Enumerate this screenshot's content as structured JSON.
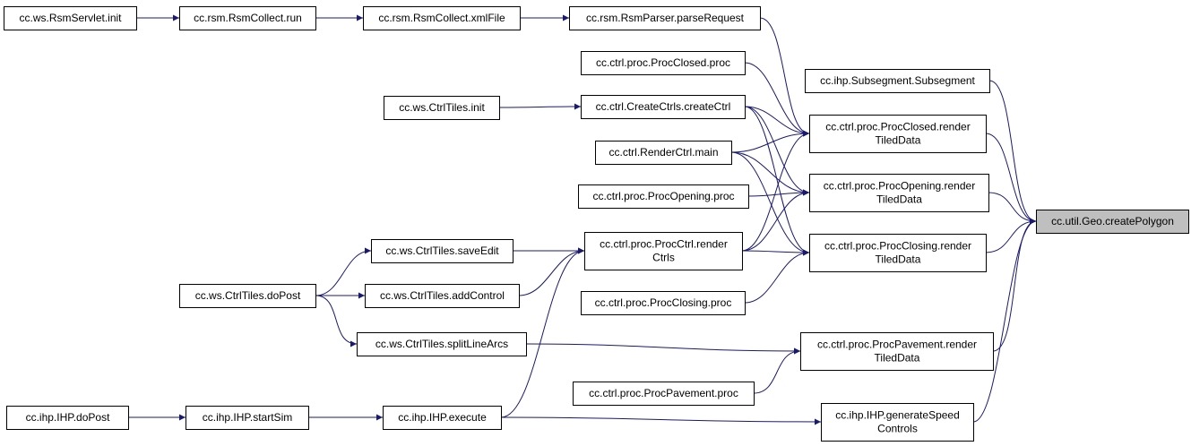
{
  "colors": {
    "edge": "#191970",
    "node_border": "#000000",
    "node_fill": "#ffffff",
    "target_fill": "#bfbfbf"
  },
  "nodes": [
    {
      "id": "geo_createPolygon",
      "lines": [
        "cc.util.Geo.createPolygon"
      ],
      "target": true
    },
    {
      "id": "subsegment",
      "lines": [
        "cc.ihp.Subsegment.Subsegment"
      ]
    },
    {
      "id": "procClosed_render",
      "lines": [
        "cc.ctrl.proc.ProcClosed.render",
        "TiledData"
      ]
    },
    {
      "id": "procOpening_render",
      "lines": [
        "cc.ctrl.proc.ProcOpening.render",
        "TiledData"
      ]
    },
    {
      "id": "procClosing_render",
      "lines": [
        "cc.ctrl.proc.ProcClosing.render",
        "TiledData"
      ]
    },
    {
      "id": "procPavement_render",
      "lines": [
        "cc.ctrl.proc.ProcPavement.render",
        "TiledData"
      ]
    },
    {
      "id": "ihp_generateSpeed",
      "lines": [
        "cc.ihp.IHP.generateSpeed",
        "Controls"
      ]
    },
    {
      "id": "rsmParser_parseRequest",
      "lines": [
        "cc.rsm.RsmParser.parseRequest"
      ]
    },
    {
      "id": "procClosed_proc",
      "lines": [
        "cc.ctrl.proc.ProcClosed.proc"
      ]
    },
    {
      "id": "createCtrls_createCtrl",
      "lines": [
        "cc.ctrl.CreateCtrls.createCtrl"
      ]
    },
    {
      "id": "renderCtrl_main",
      "lines": [
        "cc.ctrl.RenderCtrl.main"
      ]
    },
    {
      "id": "procOpening_proc",
      "lines": [
        "cc.ctrl.proc.ProcOpening.proc"
      ]
    },
    {
      "id": "procCtrl_renderCtrls",
      "lines": [
        "cc.ctrl.proc.ProcCtrl.render",
        "Ctrls"
      ]
    },
    {
      "id": "procClosing_proc",
      "lines": [
        "cc.ctrl.proc.ProcClosing.proc"
      ]
    },
    {
      "id": "procPavement_proc",
      "lines": [
        "cc.ctrl.proc.ProcPavement.proc"
      ]
    },
    {
      "id": "ihp_execute",
      "lines": [
        "cc.ihp.IHP.execute"
      ]
    },
    {
      "id": "rsmCollect_xmlFile",
      "lines": [
        "cc.rsm.RsmCollect.xmlFile"
      ]
    },
    {
      "id": "ctrlTiles_init",
      "lines": [
        "cc.ws.CtrlTiles.init"
      ]
    },
    {
      "id": "ctrlTiles_saveEdit",
      "lines": [
        "cc.ws.CtrlTiles.saveEdit"
      ]
    },
    {
      "id": "ctrlTiles_addControl",
      "lines": [
        "cc.ws.CtrlTiles.addControl"
      ]
    },
    {
      "id": "ctrlTiles_splitLineArcs",
      "lines": [
        "cc.ws.CtrlTiles.splitLineArcs"
      ]
    },
    {
      "id": "ihp_startSim",
      "lines": [
        "cc.ihp.IHP.startSim"
      ]
    },
    {
      "id": "rsmCollect_run",
      "lines": [
        "cc.rsm.RsmCollect.run"
      ]
    },
    {
      "id": "ctrlTiles_doPost",
      "lines": [
        "cc.ws.CtrlTiles.doPost"
      ]
    },
    {
      "id": "ihp_doPost",
      "lines": [
        "cc.ihp.IHP.doPost"
      ]
    },
    {
      "id": "rsmServlet_init",
      "lines": [
        "cc.ws.RsmServlet.init"
      ]
    }
  ],
  "edges": [
    {
      "from": "rsmServlet_init",
      "to": "rsmCollect_run"
    },
    {
      "from": "rsmCollect_run",
      "to": "rsmCollect_xmlFile"
    },
    {
      "from": "rsmCollect_xmlFile",
      "to": "rsmParser_parseRequest"
    },
    {
      "from": "rsmParser_parseRequest",
      "to": "procClosed_render"
    },
    {
      "from": "procClosed_proc",
      "to": "procClosed_render"
    },
    {
      "from": "ctrlTiles_init",
      "to": "createCtrls_createCtrl"
    },
    {
      "from": "createCtrls_createCtrl",
      "to": "procClosed_render"
    },
    {
      "from": "createCtrls_createCtrl",
      "to": "procOpening_render"
    },
    {
      "from": "createCtrls_createCtrl",
      "to": "procClosing_render"
    },
    {
      "from": "renderCtrl_main",
      "to": "procClosed_render"
    },
    {
      "from": "renderCtrl_main",
      "to": "procOpening_render"
    },
    {
      "from": "renderCtrl_main",
      "to": "procClosing_render"
    },
    {
      "from": "procOpening_proc",
      "to": "procOpening_render"
    },
    {
      "from": "procCtrl_renderCtrls",
      "to": "procClosed_render"
    },
    {
      "from": "procCtrl_renderCtrls",
      "to": "procOpening_render"
    },
    {
      "from": "procCtrl_renderCtrls",
      "to": "procClosing_render"
    },
    {
      "from": "procClosing_proc",
      "to": "procClosing_render"
    },
    {
      "from": "ctrlTiles_saveEdit",
      "to": "procCtrl_renderCtrls"
    },
    {
      "from": "ctrlTiles_addControl",
      "to": "procCtrl_renderCtrls"
    },
    {
      "from": "ctrlTiles_doPost",
      "to": "ctrlTiles_saveEdit"
    },
    {
      "from": "ctrlTiles_doPost",
      "to": "ctrlTiles_addControl"
    },
    {
      "from": "ctrlTiles_doPost",
      "to": "ctrlTiles_splitLineArcs"
    },
    {
      "from": "ctrlTiles_splitLineArcs",
      "to": "procPavement_render"
    },
    {
      "from": "procPavement_proc",
      "to": "procPavement_render"
    },
    {
      "from": "ihp_execute",
      "to": "procCtrl_renderCtrls"
    },
    {
      "from": "ihp_execute",
      "to": "ihp_generateSpeed"
    },
    {
      "from": "ihp_startSim",
      "to": "ihp_execute"
    },
    {
      "from": "ihp_doPost",
      "to": "ihp_startSim"
    },
    {
      "from": "subsegment",
      "to": "geo_createPolygon"
    },
    {
      "from": "procClosed_render",
      "to": "geo_createPolygon"
    },
    {
      "from": "procOpening_render",
      "to": "geo_createPolygon"
    },
    {
      "from": "procClosing_render",
      "to": "geo_createPolygon"
    },
    {
      "from": "procPavement_render",
      "to": "geo_createPolygon"
    },
    {
      "from": "ihp_generateSpeed",
      "to": "geo_createPolygon"
    }
  ]
}
